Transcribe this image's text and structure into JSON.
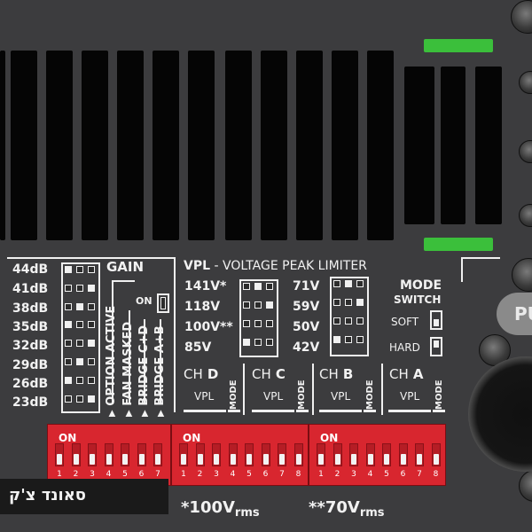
{
  "gain": {
    "title": "GAIN",
    "levels": [
      "44dB",
      "41dB",
      "38dB",
      "35dB",
      "32dB",
      "29dB",
      "26dB",
      "23dB"
    ],
    "on_label": "ON",
    "options": [
      "OPTION ACTIVE",
      "FAN MASKED",
      "BRIDGE C+D",
      "BRIDGE A+B"
    ]
  },
  "vpl": {
    "title_bold": "VPL",
    "title_rest": " - VOLTAGE PEAK LIMITER",
    "left_voltages": [
      "141V*",
      "118V",
      "100V**",
      "85V"
    ],
    "right_voltages": [
      "71V",
      "59V",
      "50V",
      "42V"
    ],
    "mode_title_1": "MODE",
    "mode_title_2": "SWITCH",
    "soft_label": "SOFT",
    "hard_label": "HARD"
  },
  "channels": [
    {
      "prefix": "CH",
      "letter": "D",
      "vpl": "VPL",
      "mode": "MODE"
    },
    {
      "prefix": "CH",
      "letter": "C",
      "vpl": "VPL",
      "mode": "MODE"
    },
    {
      "prefix": "CH",
      "letter": "B",
      "vpl": "VPL",
      "mode": "MODE"
    },
    {
      "prefix": "CH",
      "letter": "A",
      "vpl": "VPL",
      "mode": "MODE"
    }
  ],
  "dip": {
    "on_label": "ON",
    "bank1_numbers": [
      "1",
      "2",
      "3",
      "4",
      "5",
      "6",
      "7"
    ],
    "bank_numbers": [
      "1",
      "2",
      "3",
      "4",
      "5",
      "6",
      "7",
      "8"
    ]
  },
  "footnotes": {
    "note1_main": "*100V",
    "note1_sub": "rms",
    "note2_main": "**70V",
    "note2_sub": "rms"
  },
  "watermark": {
    "text": "סאונד צ'ק"
  },
  "connector": {
    "label": "PU"
  },
  "colors": {
    "panel": "#3c3c3e",
    "vent": "#050505",
    "led_green": "#3bbf3b",
    "dip_red": "#d8262f",
    "print_white": "#f0f0f0"
  }
}
